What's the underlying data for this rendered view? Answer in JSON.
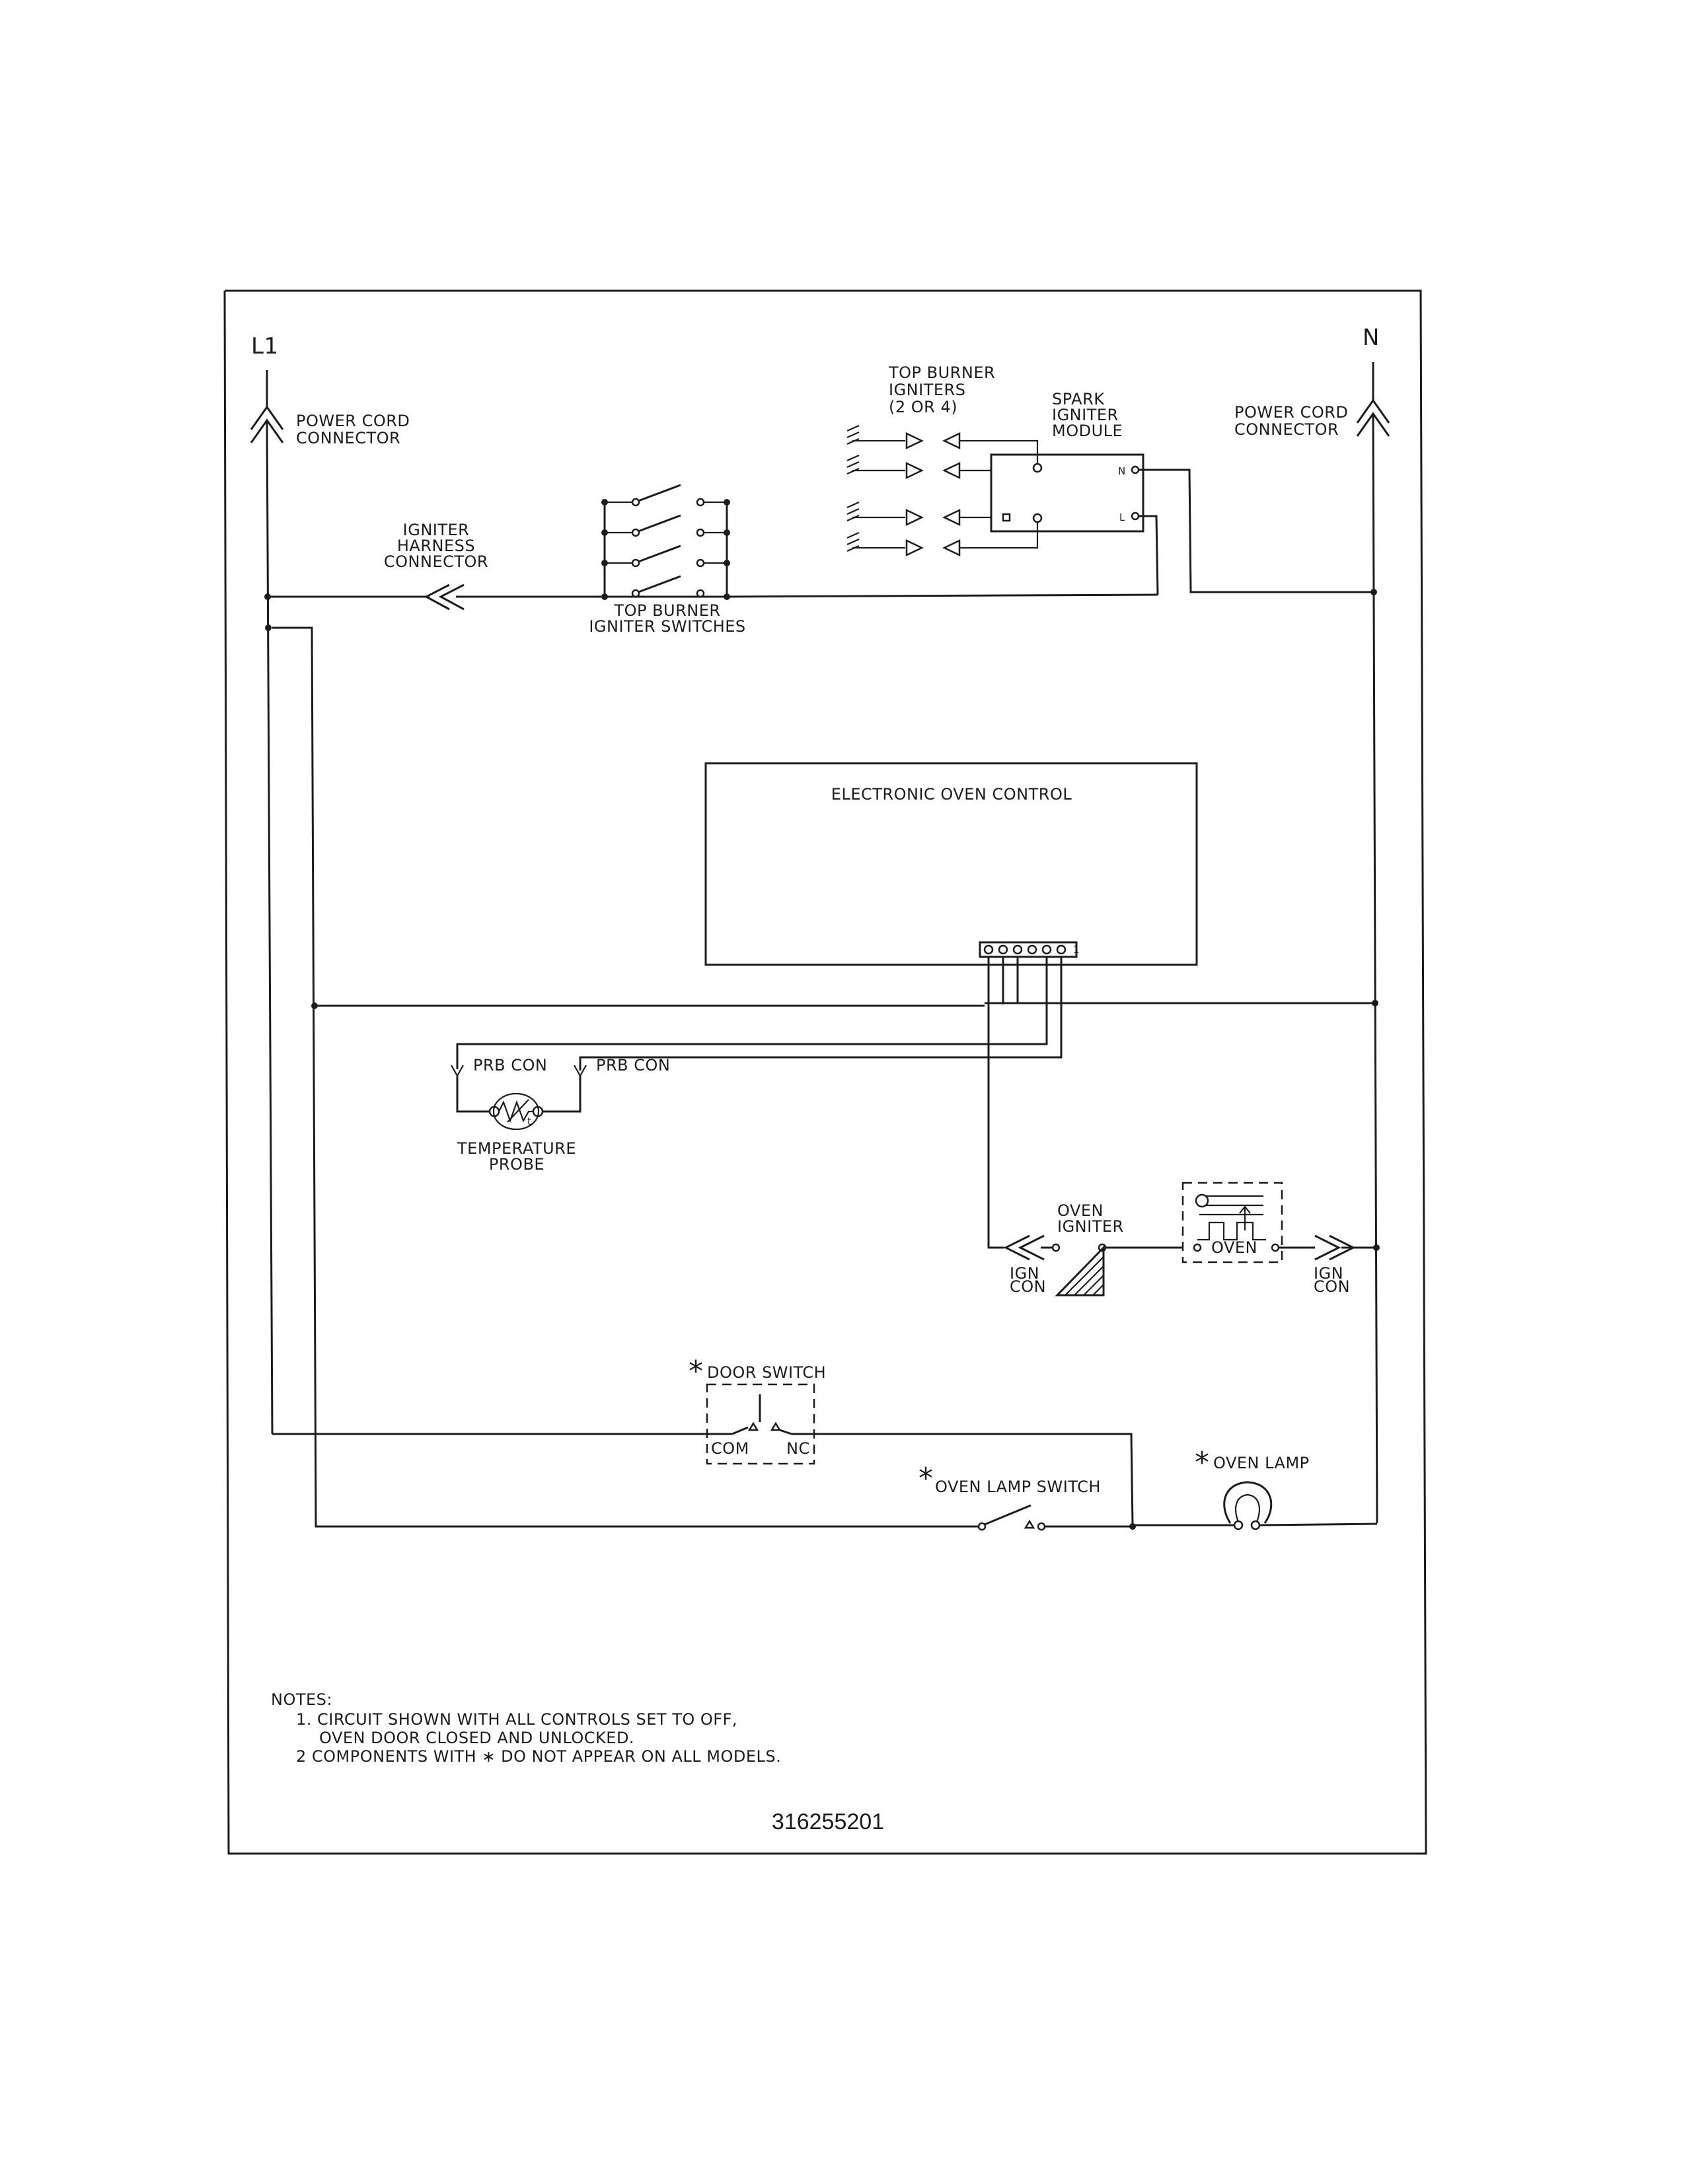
{
  "labels": {
    "l1": "L1",
    "n": "N",
    "power_cord_left": [
      "POWER CORD",
      "CONNECTOR"
    ],
    "power_cord_right": [
      "POWER CORD",
      "CONNECTOR"
    ],
    "igniter_harness": [
      "IGNITER",
      "HARNESS",
      "CONNECTOR"
    ],
    "top_burner_switches": [
      "TOP BURNER",
      "IGNITER SWITCHES"
    ],
    "top_burner_igniters": [
      "TOP BURNER",
      "IGNITERS",
      "(2 OR 4)"
    ],
    "spark_module": [
      "SPARK",
      "IGNITER",
      "MODULE"
    ],
    "module_n": "N",
    "module_l": "L",
    "oven_control": "ELECTRONIC OVEN CONTROL",
    "pin_one": "1",
    "prb_con_left": "PRB CON",
    "prb_con_right": "PRB CON",
    "temperature_probe": [
      "TEMPERATURE",
      "PROBE"
    ],
    "probe_t": "t",
    "oven_igniter": [
      "OVEN",
      "IGNITER"
    ],
    "oven_valve": "OVEN",
    "ign_con_left": [
      "IGN",
      "CON"
    ],
    "ign_con_right": [
      "IGN",
      "CON"
    ],
    "star": "*",
    "door_switch": "DOOR SWITCH",
    "door_com": "COM",
    "door_nc": "NC",
    "oven_lamp_switch": "OVEN LAMP SWITCH",
    "oven_lamp": "OVEN LAMP"
  },
  "notes": {
    "heading": "NOTES:",
    "lines": [
      "1.  CIRCUIT SHOWN WITH ALL CONTROLS SET TO OFF,",
      "OVEN DOOR CLOSED AND UNLOCKED.",
      "2  COMPONENTS WITH ∗ DO NOT APPEAR ON ALL MODELS."
    ]
  },
  "part_number": "316255201"
}
